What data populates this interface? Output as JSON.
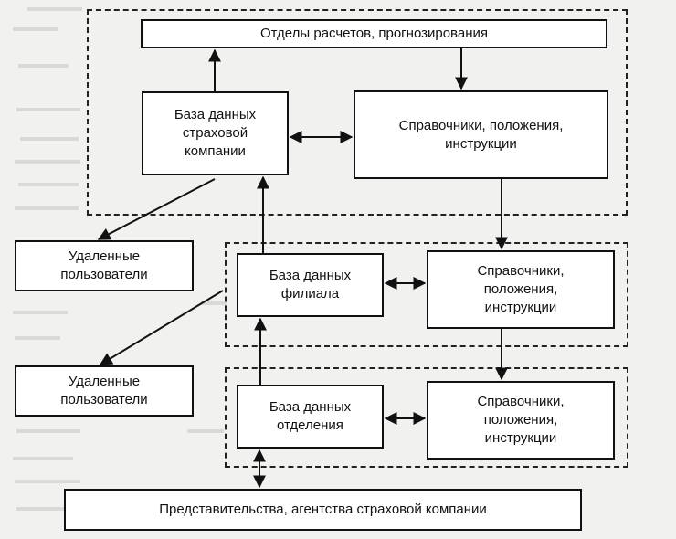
{
  "diagram": {
    "header_box": "Отделы расчетов, прогнозирования",
    "main_db": "База данных\nстраховой\nкомпании",
    "main_refs": "Справочники, положения,\nинструкции",
    "remote_users_1": "Удаленные\nпользователи",
    "branch_db": "База данных\nфилиала",
    "branch_refs": "Справочники,\nположения,\nинструкции",
    "remote_users_2": "Удаленные\nпользователи",
    "dept_db": "База данных\nотделения",
    "dept_refs": "Справочники,\nположения,\nинструкции",
    "agencies_box": "Представительства, агентства страховой компании"
  },
  "colors": {
    "line": "#111111",
    "background": "#f1f1ef",
    "box_fill": "#ffffff"
  }
}
